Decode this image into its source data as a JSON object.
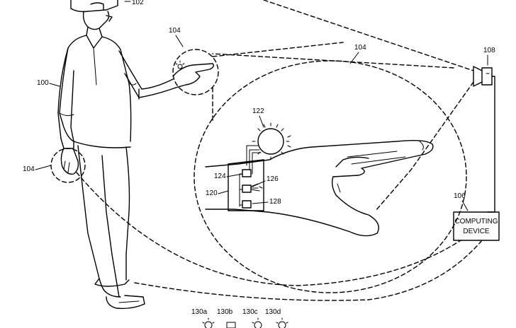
{
  "figure": {
    "refs": {
      "user": "100",
      "hmd": "102",
      "hand_zone_left": "104",
      "hand_zone_right": "104",
      "hand_zone_large": "104",
      "computing_device": "106",
      "camera": "108",
      "wrist_device": "120",
      "light": "122",
      "component_a": "124",
      "component_b": "126",
      "component_c": "128",
      "state_a": "130a",
      "state_b": "130b",
      "state_c": "130c",
      "state_d": "130d"
    },
    "computing_device_label_line1": "COMPUTING",
    "computing_device_label_line2": "DEVICE"
  }
}
